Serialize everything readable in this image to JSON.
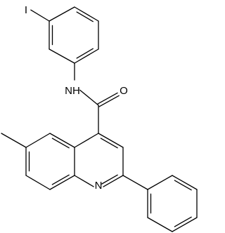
{
  "molecule": {
    "atom_labels": {
      "iodine": "I",
      "amide_nh": "NH",
      "carbonyl_oxygen": "O",
      "ring_nitrogen": "N"
    },
    "colors": {
      "bond": "#000000",
      "label": "#000000",
      "background": "#ffffff"
    },
    "substituents": [
      "iodo",
      "methyl",
      "phenyl",
      "amide"
    ]
  }
}
